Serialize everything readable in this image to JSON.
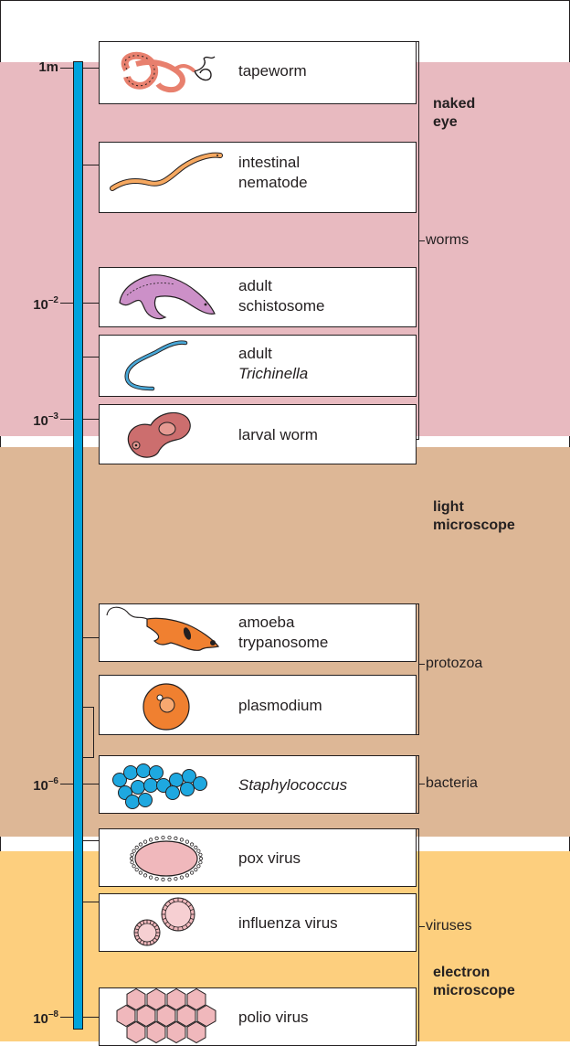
{
  "colors": {
    "naked_eye_band": "#e8bac0",
    "light_microscope_band": "#ddb796",
    "electron_microscope_band": "#fdcf7e",
    "scale_bar": "#00a3dc"
  },
  "scale": {
    "m1": {
      "base": "1m",
      "exp": ""
    },
    "m2": {
      "base": "10",
      "exp": "–2"
    },
    "m3": {
      "base": "10",
      "exp": "–3"
    },
    "m6": {
      "base": "10",
      "exp": "–6"
    },
    "m8": {
      "base": "10",
      "exp": "–8"
    }
  },
  "zones": {
    "naked_eye": [
      "naked",
      "eye"
    ],
    "light_microscope": [
      "light",
      "microscope"
    ],
    "electron_microscope": [
      "electron",
      "microscope"
    ]
  },
  "groups": {
    "worms": "worms",
    "protozoa": "protozoa",
    "bacteria": "bacteria",
    "viruses": "viruses"
  },
  "organisms": {
    "tapeworm": [
      "tapeworm"
    ],
    "nematode": [
      "intestinal",
      "nematode"
    ],
    "schistosome": [
      "adult",
      "schistosome"
    ],
    "trichinella": [
      "adult",
      "Trichinella"
    ],
    "larval": [
      "larval worm"
    ],
    "trypanosome": [
      "amoeba",
      "trypanosome"
    ],
    "plasmodium": [
      "plasmodium"
    ],
    "staph": [
      "Staphylococcus"
    ],
    "pox": [
      "pox virus"
    ],
    "influenza": [
      "influenza virus"
    ],
    "polio": [
      "polio virus"
    ]
  }
}
